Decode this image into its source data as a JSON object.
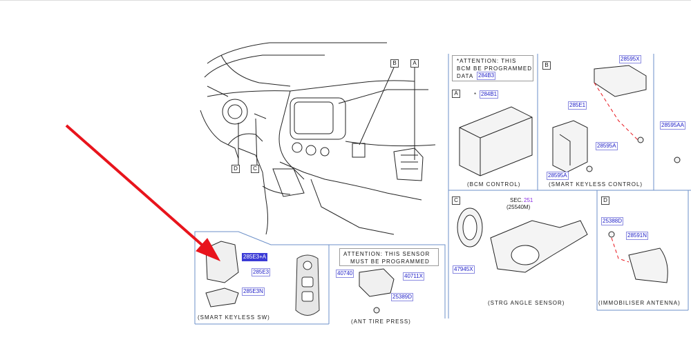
{
  "callouts": {
    "A": "A",
    "B": "B",
    "C": "C",
    "D": "D"
  },
  "parts": {
    "p284B3": "284B3",
    "p284B1": "284B1",
    "p284B1_star": "*",
    "p28595X": "28595X",
    "p285E1": "285E1",
    "p28595A_1": "28595A",
    "p28595A_2": "28595A",
    "p28595AA": "28595AA",
    "p285E3A": "285E3+A",
    "p285E3": "285E3",
    "p285E3N": "285E3N",
    "p40740": "40740",
    "p40711X": "40711X",
    "p25389D": "25389D",
    "p47945X": "47945X",
    "p25388D": "25388D",
    "p28591N": "28591N",
    "sec_label": "SEC.",
    "sec_num": "251",
    "p25540M": "(25540M)"
  },
  "notes": {
    "bcm_line1": "*ATTENTION:  THIS",
    "bcm_line2": "BCM  BE  PROGRAMMED",
    "bcm_line3": "DATA",
    "sensor_line1": "ATTENTION:  THIS  SENSOR",
    "sensor_line2": "MUST  BE  PROGRAMMED"
  },
  "captions": {
    "bcm": "(BCM   CONTROL)",
    "skc": "(SMART   KEYLESS   CONTROL)",
    "strg": "(STRG   ANGLE   SENSOR)",
    "immob": "(IMMOBILISER   ANTENNA)",
    "sksw": "(SMART   KEYLESS   SW)",
    "tire": "(ANT  TIRE  PRESS)"
  },
  "colors": {
    "arrow": "#e8141c",
    "part_number": "#1d1dc8",
    "highlight": "#3b3bd6",
    "frame": "#6b8fc8"
  }
}
